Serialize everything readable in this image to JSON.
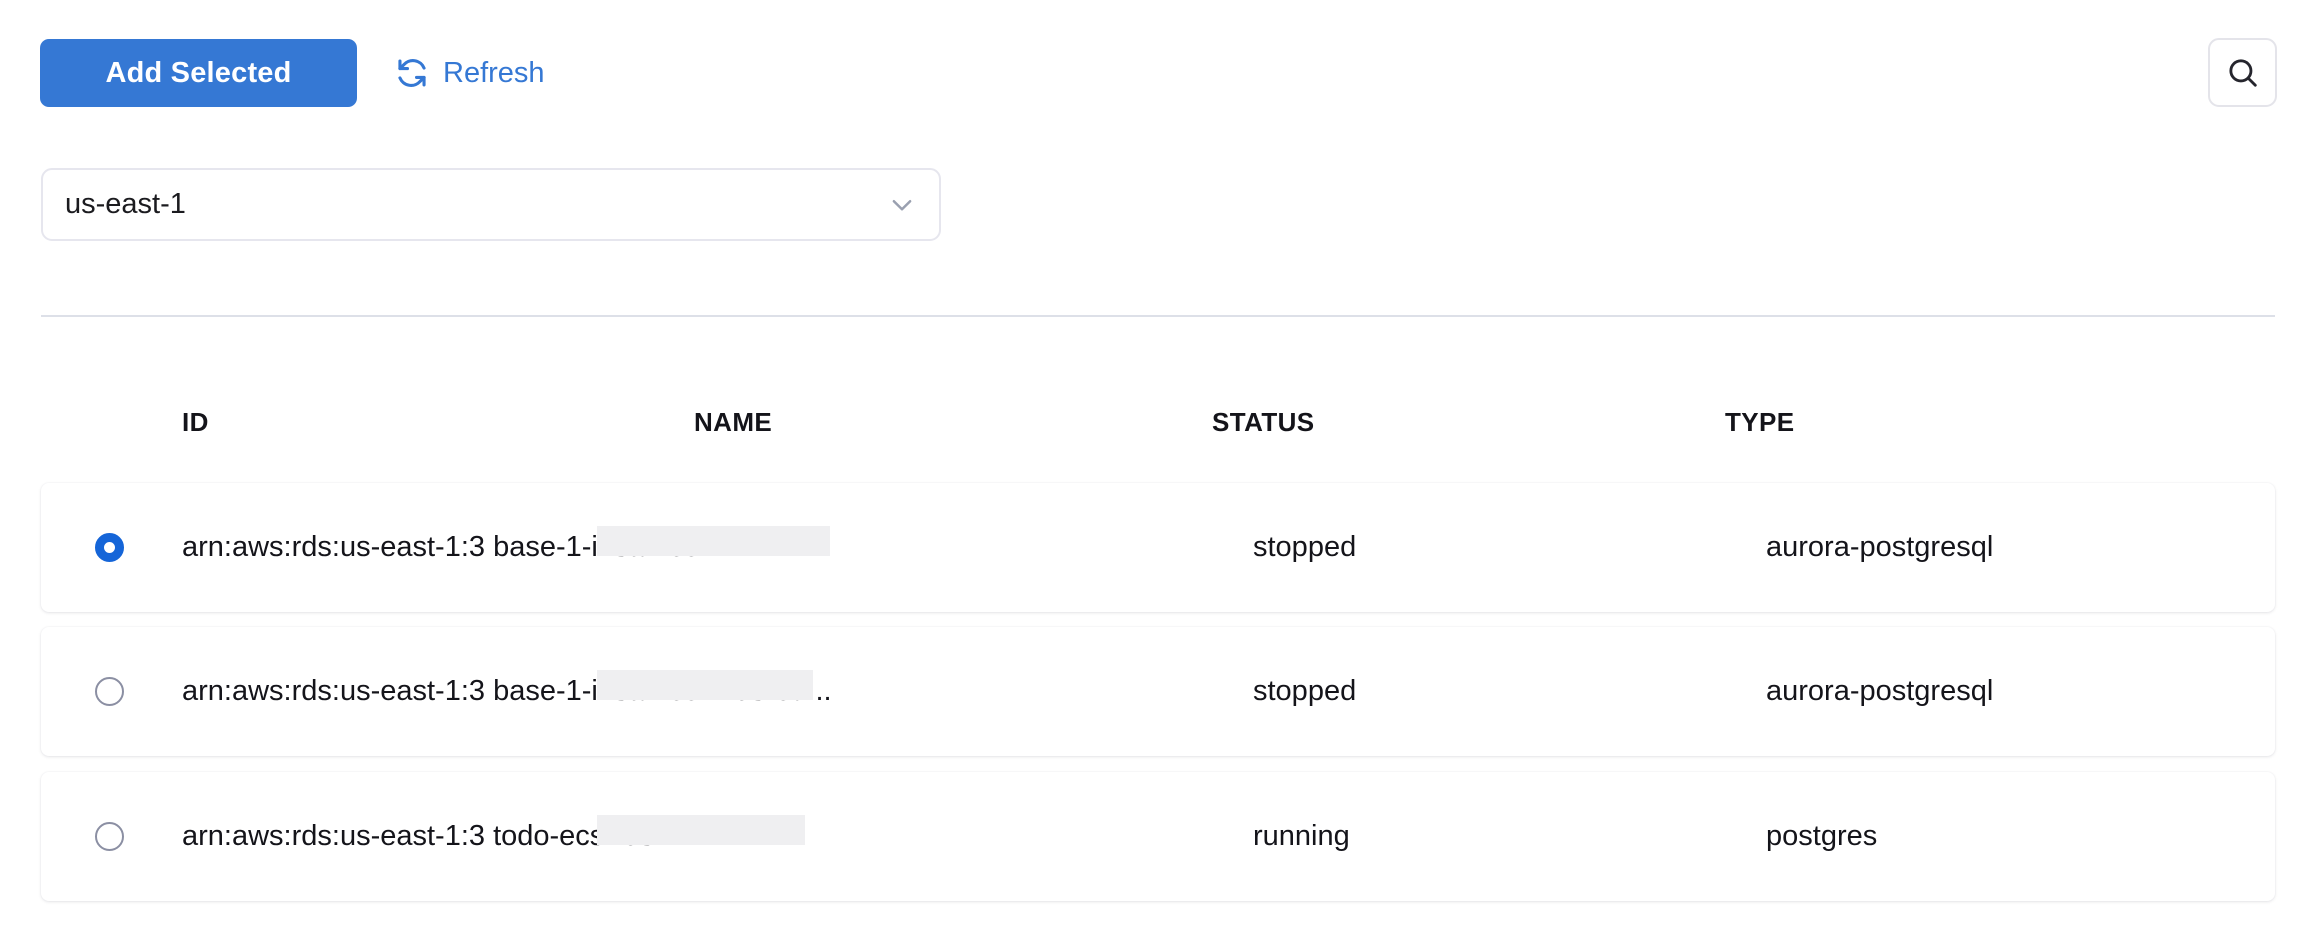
{
  "toolbar": {
    "add_selected_label": "Add Selected",
    "refresh_label": "Refresh",
    "refresh_icon": "refresh-icon",
    "search_icon": "search-icon",
    "accent_color": "#3578d4"
  },
  "region_select": {
    "value": "us-east-1",
    "chevron_icon": "chevron-down-icon"
  },
  "table": {
    "columns": [
      "ID",
      "NAME",
      "STATUS",
      "TYPE"
    ],
    "rows": [
      {
        "selected": true,
        "id": "arn:aws:rds:us-east-1:3                           base-1-instance-1",
        "status": "stopped",
        "type": "aurora-postgresql"
      },
      {
        "selected": false,
        "id": "arn:aws:rds:us-east-1:3                        base-1-instance-1-us-ea...",
        "status": "stopped",
        "type": "aurora-postgresql"
      },
      {
        "selected": false,
        "id": "arn:aws:rds:us-east-1:3                       todo-ecs-rds",
        "status": "running",
        "type": "postgres"
      }
    ]
  }
}
